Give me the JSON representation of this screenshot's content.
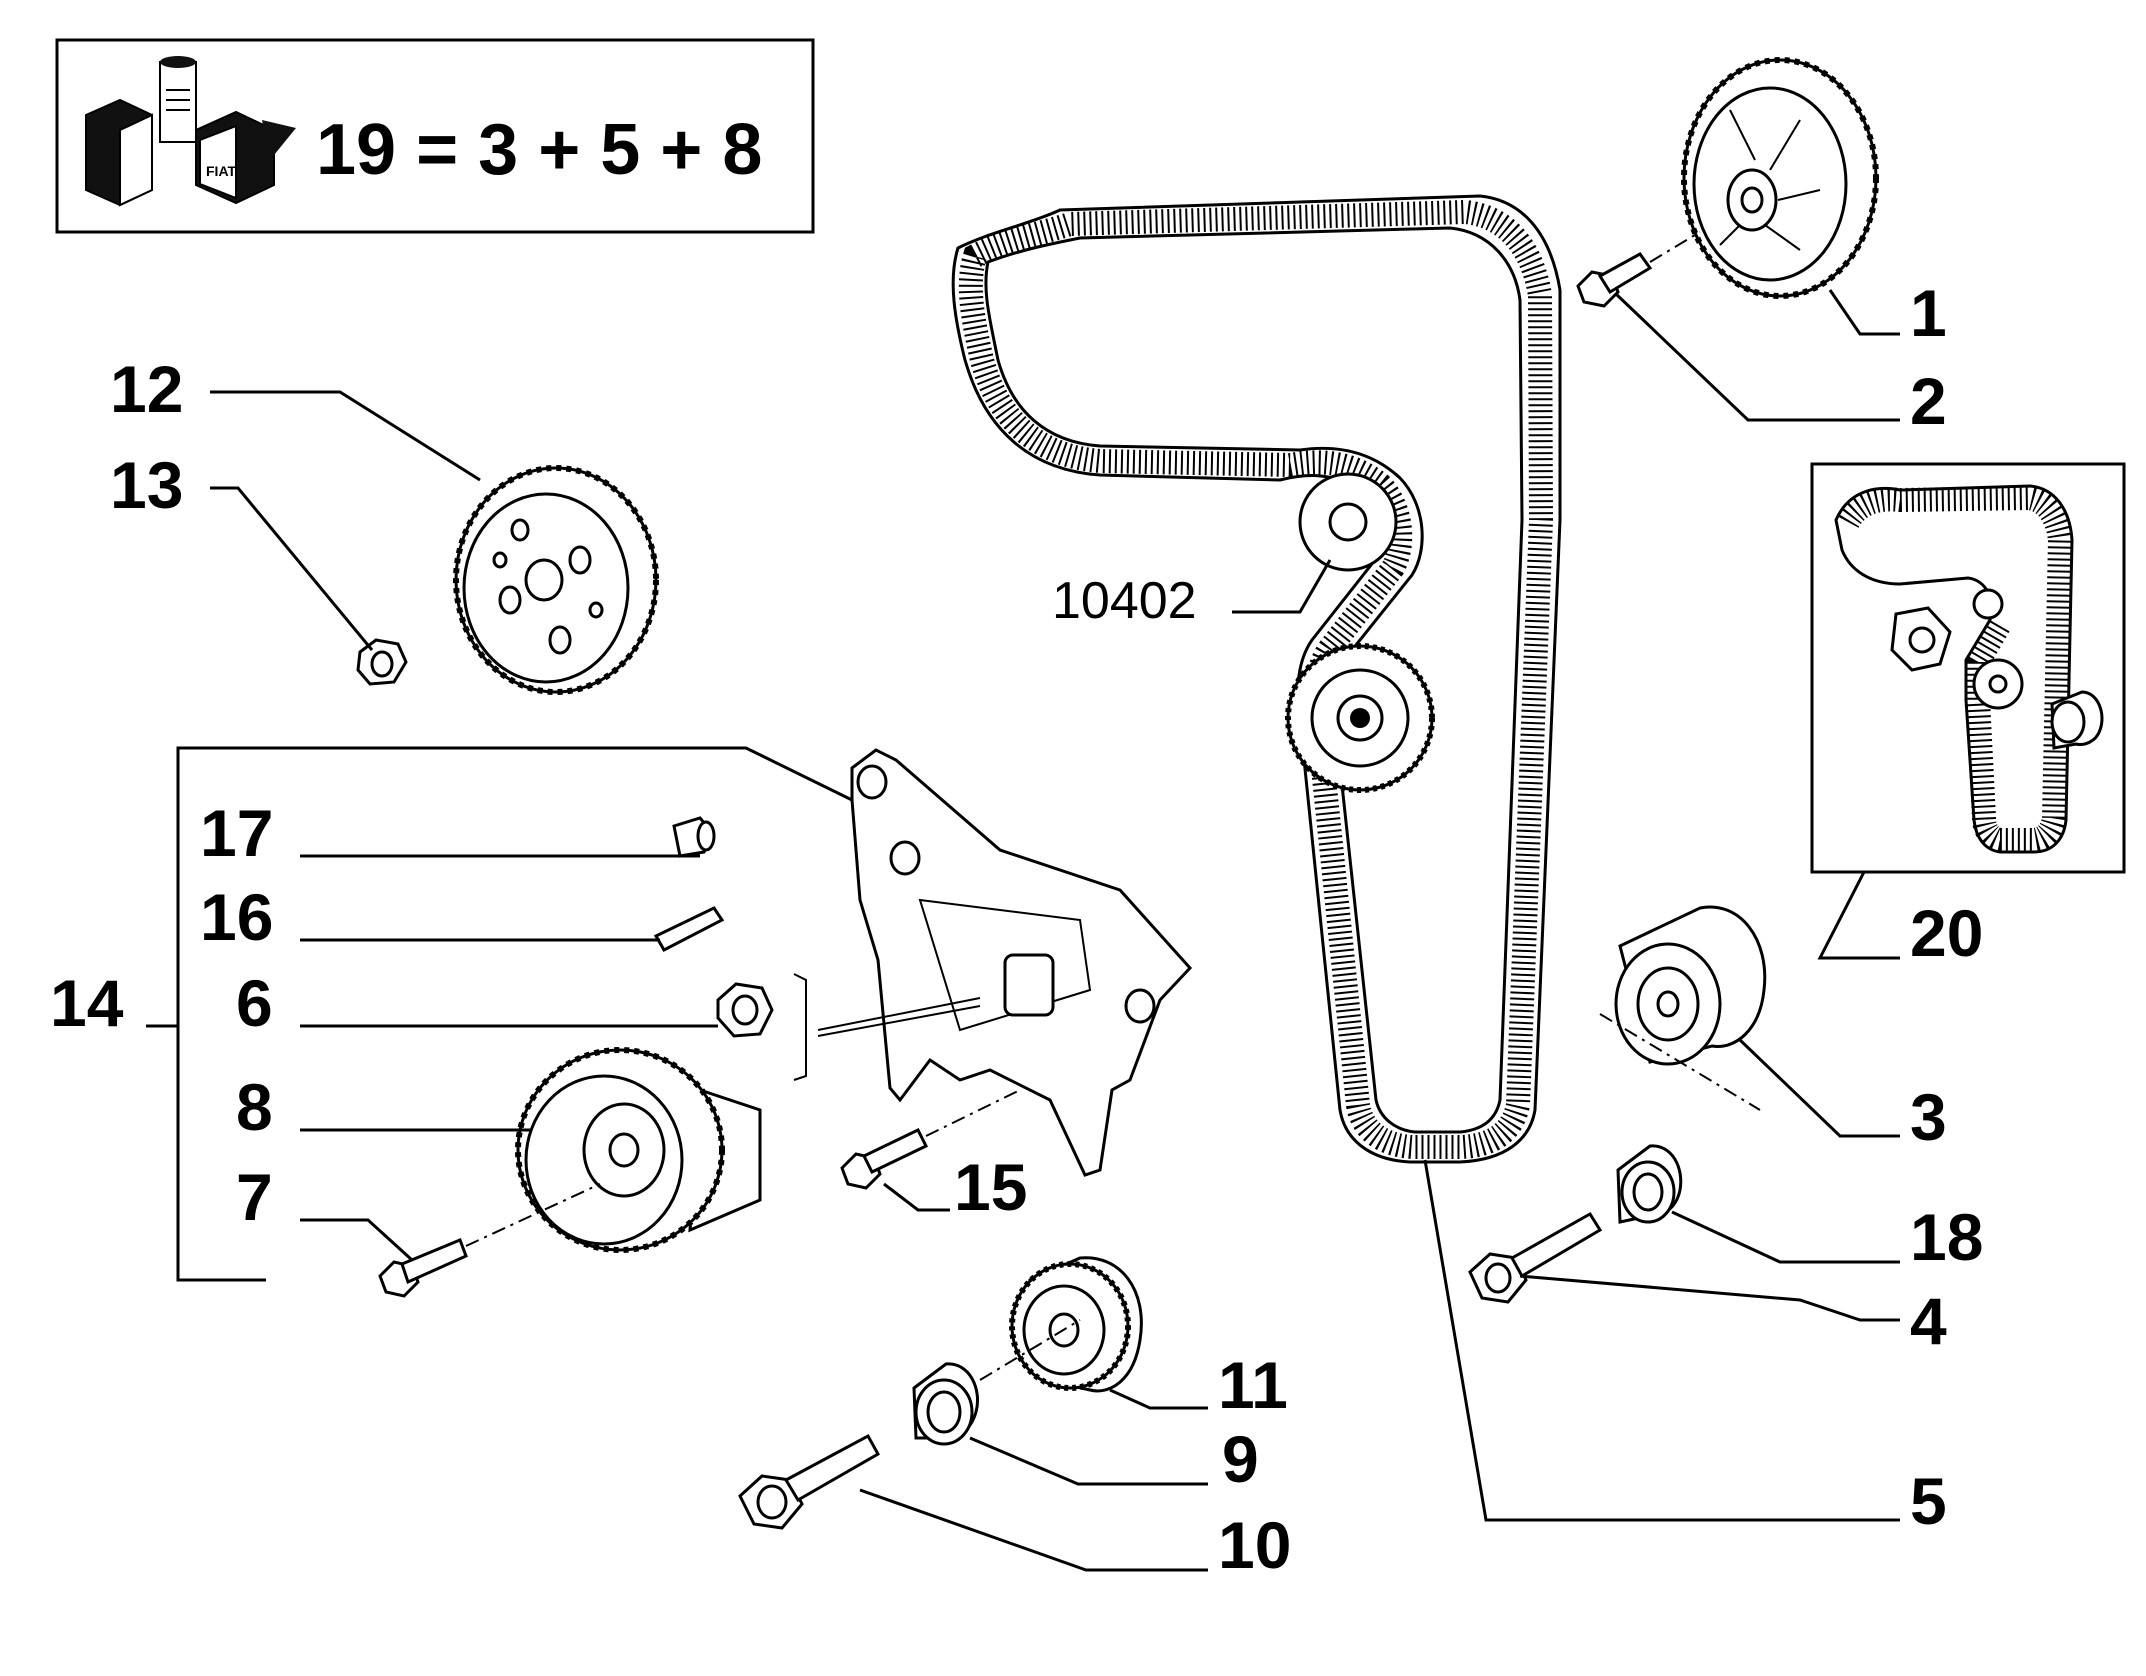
{
  "kit_box": {
    "formula": "19 = 3 + 5 + 8",
    "logo_text": "FIAT"
  },
  "belt_code": "10402",
  "callouts": {
    "c1": "1",
    "c2": "2",
    "c3": "3",
    "c4": "4",
    "c5": "5",
    "c6": "6",
    "c7": "7",
    "c8": "8",
    "c9": "9",
    "c10": "10",
    "c11": "11",
    "c12": "12",
    "c13": "13",
    "c14": "14",
    "c15": "15",
    "c16": "16",
    "c17": "17",
    "c18": "18",
    "c20": "20"
  }
}
